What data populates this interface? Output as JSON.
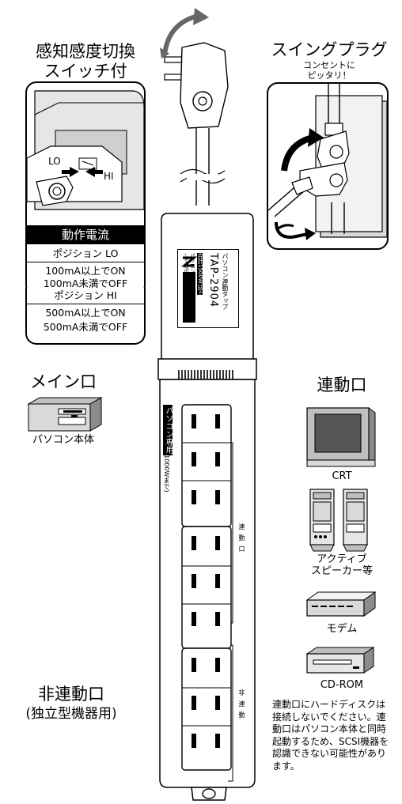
{
  "left_top": {
    "title_line1": "感知感度切換",
    "title_line2": "スイッチ付",
    "switch_lo": "LO",
    "switch_hi": "HI",
    "table_header": "動作電流",
    "pos_lo": "ポジション LO",
    "lo_line1": "100mA以上でON",
    "lo_line2": "100mA未満でOFF",
    "pos_hi": "ポジション HI",
    "hi_line1": "500mA以上でON",
    "hi_line2": "500mA未満でOFF"
  },
  "right_top": {
    "title": "スイングプラグ",
    "sub_line1": "コンセントに",
    "sub_line2": "ピッタリ！"
  },
  "label_card": {
    "line1": "パソコン連動タップ",
    "model": "TAP-2904",
    "line3": "合計1500W以下",
    "line4": "パソコン専用 ON/OFFに連動",
    "line5": "して周辺機器をON/OFF"
  },
  "strip": {
    "pc_only": "パソコン専用",
    "pc_watt": "(1000Wまで)",
    "linked": "連動口",
    "nonlinked": "非連動"
  },
  "main_port": {
    "title": "メイン口",
    "caption": "パソコン本体"
  },
  "linked_port": {
    "title": "連動口",
    "crt": "CRT",
    "speaker_line1": "アクティブ",
    "speaker_line2": "スピーカー等",
    "modem": "モデム",
    "cdrom": "CD-ROM"
  },
  "nonlinked_port": {
    "title_line1": "非連動口",
    "title_line2": "(独立型機器用)"
  },
  "note": "連動口にハードディスクは接続しないでください。連動口はパソコン本体と同時起動するため、SCSI機器を認識できない可能性があります。"
}
